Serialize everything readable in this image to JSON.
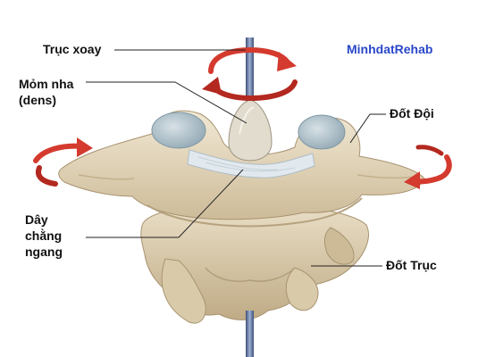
{
  "brand": {
    "text": "MinhdatRehab",
    "color": "#2a47c9"
  },
  "labels": {
    "rotation_axis": "Trục xoay",
    "dens_line1": "Mỏm nha",
    "dens_line2": "(dens)",
    "atlas": "Đốt Đội",
    "ligament_line1": "Dây",
    "ligament_line2": "chằng",
    "ligament_line3": "ngang",
    "axis_vertebra": "Đốt Trục"
  },
  "colors": {
    "bone": "#e7dcc3",
    "bone_shadow": "#c9b793",
    "cartilage": "#a9bcc6",
    "ligament": "#e4ebef",
    "arrow_red": "#d43a2e",
    "rod": "#5c6f96",
    "leader": "#222222"
  },
  "icons": [
    "rotation-arrow-icon"
  ]
}
